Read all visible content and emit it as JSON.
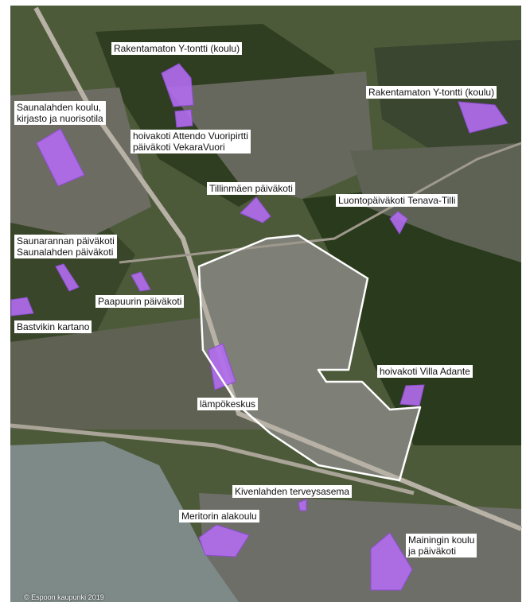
{
  "map": {
    "colors": {
      "parcel_fill": "#b36cf0",
      "boundary": "#ffffff",
      "label_bg": "#ffffff",
      "forest": "#2c3a1c",
      "urban": "#6f6a5e",
      "water": "#7d8a88"
    },
    "labels": {
      "rakentamaton_1": "Rakentamaton Y-tontti (koulu)",
      "rakentamaton_2": "Rakentamaton Y-tontti (koulu)",
      "saunalahden_koulu": "Saunalahden koulu,\nkirjasto ja nuorisotila",
      "hoivakoti_attendo": "hoivakoti Attendo Vuoripirtti\npäiväkoti VekaraVuori",
      "tillinmaen": "Tillinmäen päiväkoti",
      "luontopaivakoti": "Luontopäiväkoti Tenava-Tilli",
      "saunarannan": "Saunarannan päiväkoti\nSaunalahden päiväkoti",
      "paapuurin": "Paapuurin päiväkoti",
      "bastvikin": "Bastvikin kartano",
      "lampokeskus": "lämpökeskus",
      "villa_adante": "hoivakoti Villa Adante",
      "kivenlahden": "Kivenlahden terveysasema",
      "meritorin": "Meritorin alakoulu",
      "mainingin": "Mainingin koulu\nja päiväkoti"
    },
    "copyright": "© Espoon kaupunki 2019"
  }
}
